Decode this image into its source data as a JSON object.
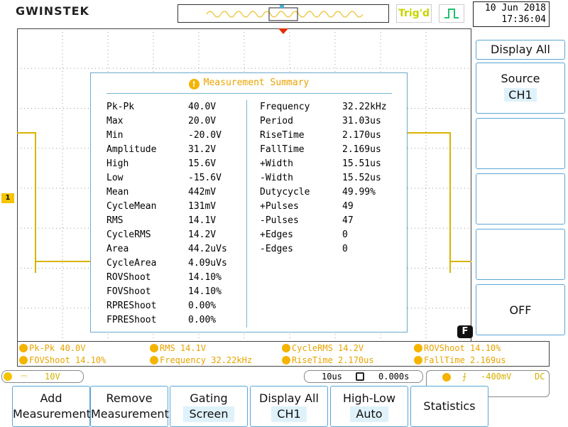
{
  "brand": "GWINSTEK",
  "top": {
    "trigger_status": "Trig'd",
    "date": "10 Jun 2018",
    "time": "17:36:04"
  },
  "colors": {
    "ch1_trace": "#d8b400",
    "accent": "#5aa6d6",
    "measure_text": "#e8a400"
  },
  "summary": {
    "title": "Measurement Summary",
    "left": [
      {
        "name": "Pk-Pk",
        "value": "40.0V"
      },
      {
        "name": "Max",
        "value": "20.0V"
      },
      {
        "name": "Min",
        "value": "-20.0V"
      },
      {
        "name": "Amplitude",
        "value": "31.2V"
      },
      {
        "name": "High",
        "value": "15.6V"
      },
      {
        "name": "Low",
        "value": "-15.6V"
      },
      {
        "name": "Mean",
        "value": "442mV"
      },
      {
        "name": "CycleMean",
        "value": "131mV"
      },
      {
        "name": "RMS",
        "value": "14.1V"
      },
      {
        "name": "CycleRMS",
        "value": "14.2V"
      },
      {
        "name": "Area",
        "value": "44.2uVs"
      },
      {
        "name": "CycleArea",
        "value": "4.09uVs"
      },
      {
        "name": "ROVShoot",
        "value": "14.10%"
      },
      {
        "name": "FOVShoot",
        "value": "14.10%"
      },
      {
        "name": "RPREShoot",
        "value": "0.00%"
      },
      {
        "name": "FPREShoot",
        "value": "0.00%"
      }
    ],
    "right": [
      {
        "name": "Frequency",
        "value": "32.22kHz"
      },
      {
        "name": "Period",
        "value": "31.03us"
      },
      {
        "name": "RiseTime",
        "value": "2.170us"
      },
      {
        "name": "FallTime",
        "value": "2.169us"
      },
      {
        "name": "+Width",
        "value": "15.51us"
      },
      {
        "name": "-Width",
        "value": "15.52us"
      },
      {
        "name": "Dutycycle",
        "value": "49.99%"
      },
      {
        "name": "+Pulses",
        "value": "49"
      },
      {
        "name": "-Pulses",
        "value": "47"
      },
      {
        "name": "+Edges",
        "value": "0"
      },
      {
        "name": "-Edges",
        "value": "0"
      }
    ]
  },
  "measure_bar": [
    [
      "Pk-Pk 40.0V",
      "RMS 14.1V",
      "CycleRMS 14.2V",
      "ROVShoot 14.10%"
    ],
    [
      "FOVShoot 14.10%",
      "Frequency 32.22kHz",
      "RiseTime 2.170us",
      "FallTime 2.169us"
    ]
  ],
  "status": {
    "ch1_label": "1",
    "ch1_scale": "10V",
    "timebase": "10us",
    "position": "0.000s",
    "trigger_level": "-400mV",
    "coupling": "DC"
  },
  "side_menu": {
    "display_all": "Display All",
    "source_label": "Source",
    "source_value": "CH1",
    "off": "OFF"
  },
  "softkeys": [
    {
      "line1": "Add",
      "line2": "Measurement"
    },
    {
      "line1": "Remove",
      "line2": "Measurement"
    },
    {
      "line1": "Gating",
      "line2": "Screen"
    },
    {
      "line1": "Display All",
      "line2": "CH1"
    },
    {
      "line1": "High-Low",
      "line2": "Auto"
    },
    {
      "line1": "Statistics",
      "line2": ""
    }
  ],
  "f_key": "F",
  "ch1_marker": "1"
}
